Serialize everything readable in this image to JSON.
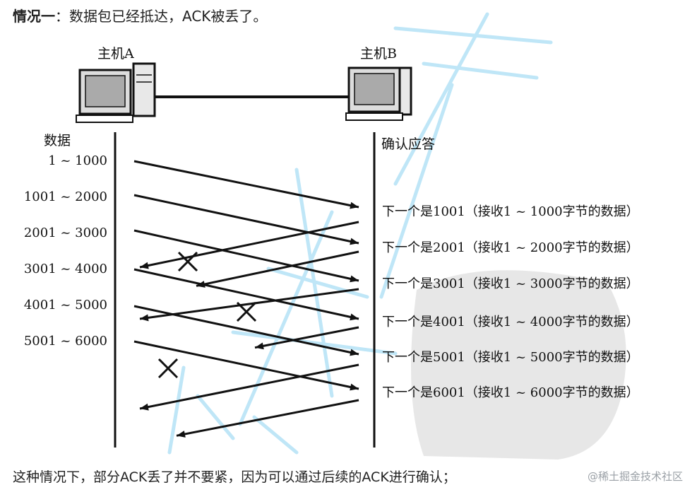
{
  "heading": {
    "strong": "情况一",
    "rest": "：数据包已经抵达，ACK被丢了。"
  },
  "diagram": {
    "host_a": "主机A",
    "host_b": "主机B",
    "left_title": "数据",
    "right_title": "确认应答",
    "data_labels": [
      "1 ~ 1000",
      "1001 ~ 2000",
      "2001 ~ 3000",
      "3001 ~ 4000",
      "4001 ~ 5000",
      "5001 ~ 6000"
    ],
    "ack_labels": [
      "下一个是1001（接收1 ~ 1000字节的数据）",
      "下一个是2001（接收1 ~ 2000字节的数据）",
      "下一个是3001（接收1 ~ 3000字节的数据）",
      "下一个是4001（接收1 ~ 4000字节的数据）",
      "下一个是5001（接收1 ~ 5000字节的数据）",
      "下一个是6001（接收1 ~ 6000字节的数据）"
    ],
    "lost_acks": [
      1,
      3,
      5
    ]
  },
  "footer": {
    "text": "这种情况下，部分ACK丢了并不要紧，因为可以通过后续的ACK进行确认；"
  },
  "credit": {
    "text": "@稀土掘金技术社区"
  }
}
